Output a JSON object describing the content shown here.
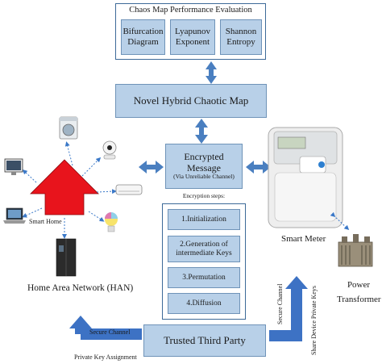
{
  "chaos_eval": {
    "title": "Chaos Map Performance Evaluation",
    "items": [
      "Bifurcation\nDiagram",
      "Lyapunov\nExponent",
      "Shannon\nEntropy"
    ]
  },
  "hybrid_map": "Novel Hybrid Chaotic Map",
  "encrypted": {
    "title": "Encrypted\nMessage",
    "subtitle": "(Via Unreliable  Channel)"
  },
  "encryption_steps_title": "Encryption steps:",
  "steps": [
    "1.Initialization",
    "2.Generation of\nintermediate Keys",
    "3.Permutation",
    "4.Diffusion"
  ],
  "trusted_party": "Trusted Third Party",
  "han": {
    "smart_home": "Smart Home",
    "label": "Home Area Network (HAN)"
  },
  "smart_meter": {
    "label": "Smart Meter"
  },
  "power_transformer": "Power\nTransformer",
  "channels": {
    "secure_left": "Secure Channel",
    "private_key_assignment": "Private Key Assignment",
    "secure_vertical": "Secure Channel",
    "share_device_keys": "Share Device Private Keys"
  }
}
